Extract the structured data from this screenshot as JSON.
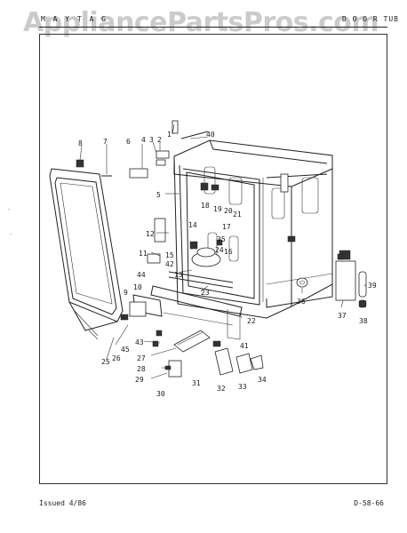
{
  "watermark": "AppliancePartsPros.com",
  "header": {
    "left": "M A Y T A G",
    "middle": "",
    "right": "D O O R  TUB"
  },
  "footer": {
    "issued": "Issued 4/86",
    "code": "D-58-66"
  },
  "callouts": [
    "1",
    "2",
    "3",
    "4",
    "5",
    "6",
    "7",
    "8",
    "9",
    "10",
    "11",
    "12",
    "13",
    "14",
    "15",
    "16",
    "17",
    "18",
    "19",
    "20",
    "21",
    "22",
    "23",
    "24",
    "25",
    "26",
    "27",
    "28",
    "29",
    "30",
    "31",
    "32",
    "33",
    "34",
    "35",
    "36",
    "37",
    "38",
    "39",
    "40",
    "41",
    "42",
    "43",
    "44",
    "45"
  ]
}
